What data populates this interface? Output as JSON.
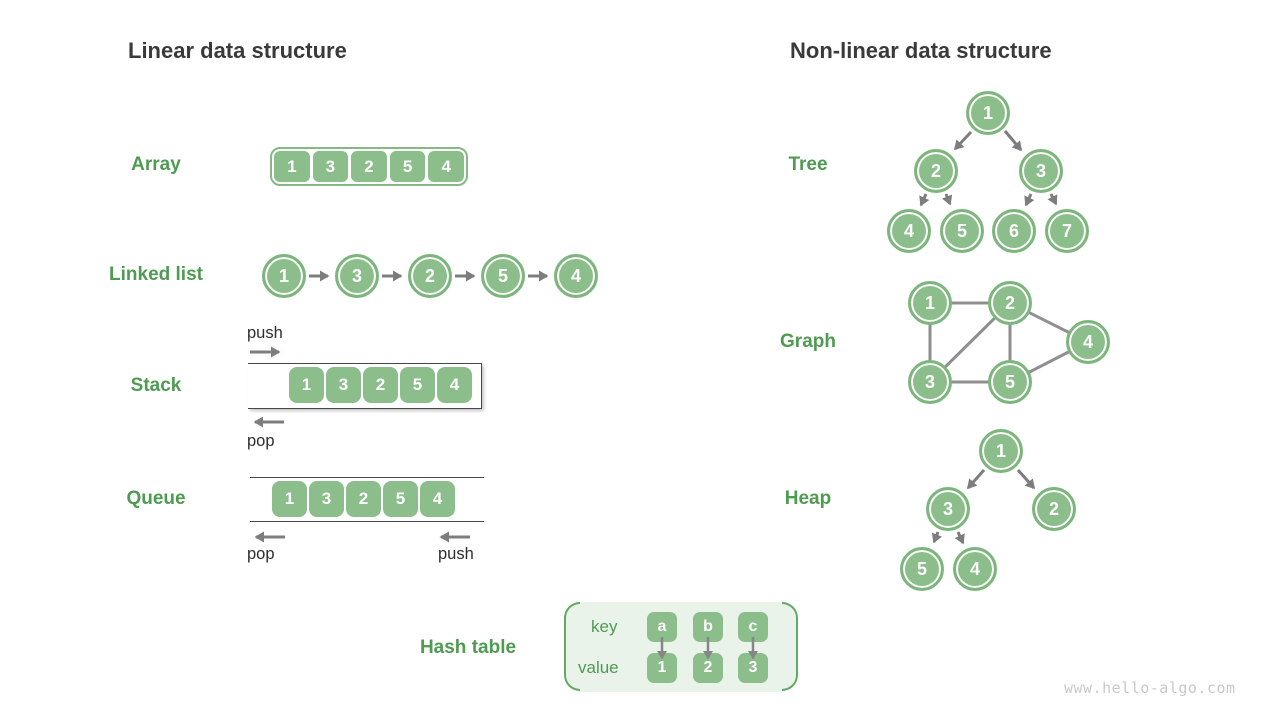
{
  "titles": {
    "linear": "Linear data structure",
    "nonlinear": "Non-linear data structure"
  },
  "linear": {
    "array": {
      "label": "Array",
      "cells": [
        "1",
        "3",
        "2",
        "5",
        "4"
      ]
    },
    "linked_list": {
      "label": "Linked list",
      "nodes": [
        "1",
        "3",
        "2",
        "5",
        "4"
      ]
    },
    "stack": {
      "label": "Stack",
      "cells": [
        "1",
        "3",
        "2",
        "5",
        "4"
      ],
      "push_label": "push",
      "pop_label": "pop"
    },
    "queue": {
      "label": "Queue",
      "cells": [
        "1",
        "3",
        "2",
        "5",
        "4"
      ],
      "push_label": "push",
      "pop_label": "pop"
    }
  },
  "hash_table": {
    "label": "Hash table",
    "key_label": "key",
    "value_label": "value",
    "keys": [
      "a",
      "b",
      "c"
    ],
    "values": [
      "1",
      "2",
      "3"
    ]
  },
  "nonlinear": {
    "tree": {
      "label": "Tree",
      "nodes": [
        "1",
        "2",
        "3",
        "4",
        "5",
        "6",
        "7"
      ]
    },
    "graph": {
      "label": "Graph",
      "nodes": [
        "1",
        "2",
        "4",
        "3",
        "5"
      ]
    },
    "heap": {
      "label": "Heap",
      "nodes": [
        "1",
        "3",
        "2",
        "5",
        "4"
      ]
    }
  },
  "watermark": "www.hello-algo.com",
  "colors": {
    "node_green": "#8cbe8c",
    "label_green": "#4e9b52",
    "arrow_gray": "#7d7d7d",
    "title_dark": "#3a3a3a",
    "hash_bg": "#eaf3ea"
  }
}
